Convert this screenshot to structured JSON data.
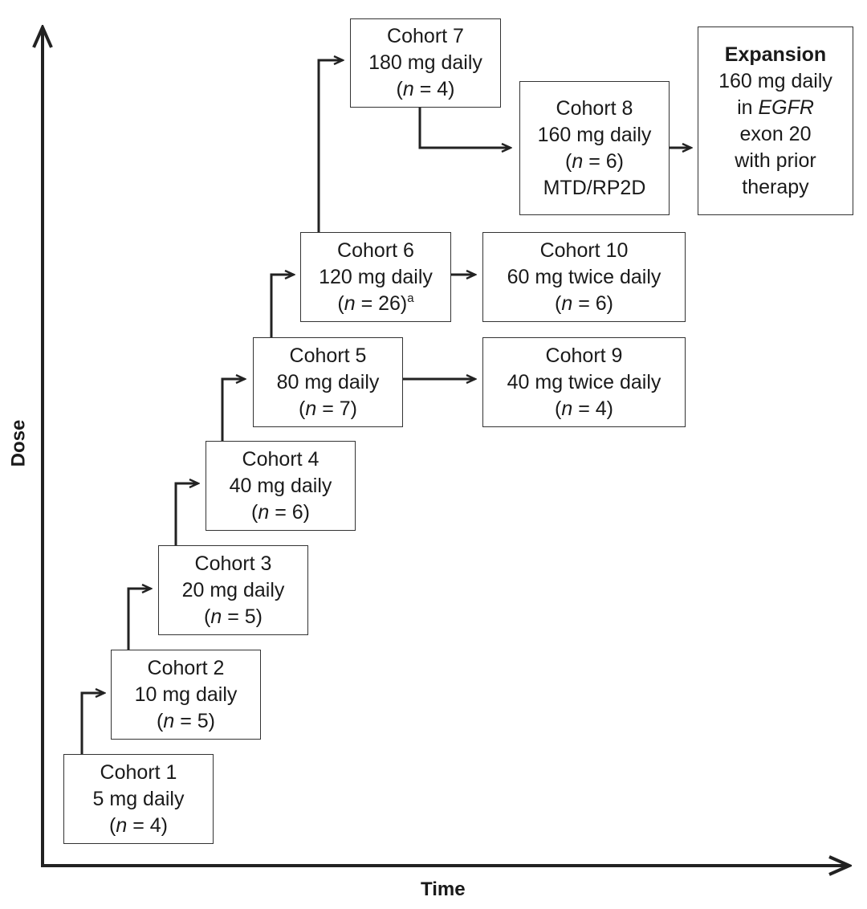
{
  "axes": {
    "x_label": "Time",
    "y_label": "Dose"
  },
  "cohorts": [
    {
      "id": "1",
      "title": "Cohort 1",
      "dose": "5 mg daily",
      "n_prefix": "(",
      "n_var": "n",
      "n_value": " = 4)",
      "note": ""
    },
    {
      "id": "2",
      "title": "Cohort 2",
      "dose": "10 mg daily",
      "n_prefix": "(",
      "n_var": "n",
      "n_value": " = 5)",
      "note": ""
    },
    {
      "id": "3",
      "title": "Cohort 3",
      "dose": "20 mg daily",
      "n_prefix": "(",
      "n_var": "n",
      "n_value": " = 5)",
      "note": ""
    },
    {
      "id": "4",
      "title": "Cohort 4",
      "dose": "40 mg daily",
      "n_prefix": "(",
      "n_var": "n",
      "n_value": " = 6)",
      "note": ""
    },
    {
      "id": "5",
      "title": "Cohort 5",
      "dose": "80 mg daily",
      "n_prefix": "(",
      "n_var": "n",
      "n_value": " = 7)",
      "note": ""
    },
    {
      "id": "6",
      "title": "Cohort 6",
      "dose": "120 mg daily",
      "n_prefix": "(",
      "n_var": "n",
      "n_value": " = 26)",
      "footnote": "a",
      "note": ""
    },
    {
      "id": "7",
      "title": "Cohort 7",
      "dose": "180 mg daily",
      "n_prefix": "(",
      "n_var": "n",
      "n_value": " = 4)",
      "note": ""
    },
    {
      "id": "8",
      "title": "Cohort 8",
      "dose": "160 mg daily",
      "n_prefix": "(",
      "n_var": "n",
      "n_value": " = 6)",
      "note": "MTD/RP2D"
    },
    {
      "id": "9",
      "title": "Cohort 9",
      "dose": "40 mg twice daily",
      "n_prefix": "(",
      "n_var": "n",
      "n_value": " = 4)",
      "note": ""
    },
    {
      "id": "10",
      "title": "Cohort 10",
      "dose": "60 mg twice daily",
      "n_prefix": "(",
      "n_var": "n",
      "n_value": " = 6)",
      "note": ""
    }
  ],
  "expansion": {
    "title": "Expansion",
    "line1": "160 mg daily",
    "line2_prefix": "in ",
    "line2_italic": "EGFR",
    "line3": "exon 20",
    "line4": "with prior",
    "line5": "therapy"
  },
  "flow": [
    {
      "from": "1",
      "to": "2"
    },
    {
      "from": "2",
      "to": "3"
    },
    {
      "from": "3",
      "to": "4"
    },
    {
      "from": "4",
      "to": "5"
    },
    {
      "from": "5",
      "to": "6"
    },
    {
      "from": "6",
      "to": "7"
    },
    {
      "from": "7",
      "to": "8"
    },
    {
      "from": "8",
      "to": "expansion"
    },
    {
      "from": "5",
      "to": "9"
    },
    {
      "from": "6",
      "to": "10"
    }
  ]
}
